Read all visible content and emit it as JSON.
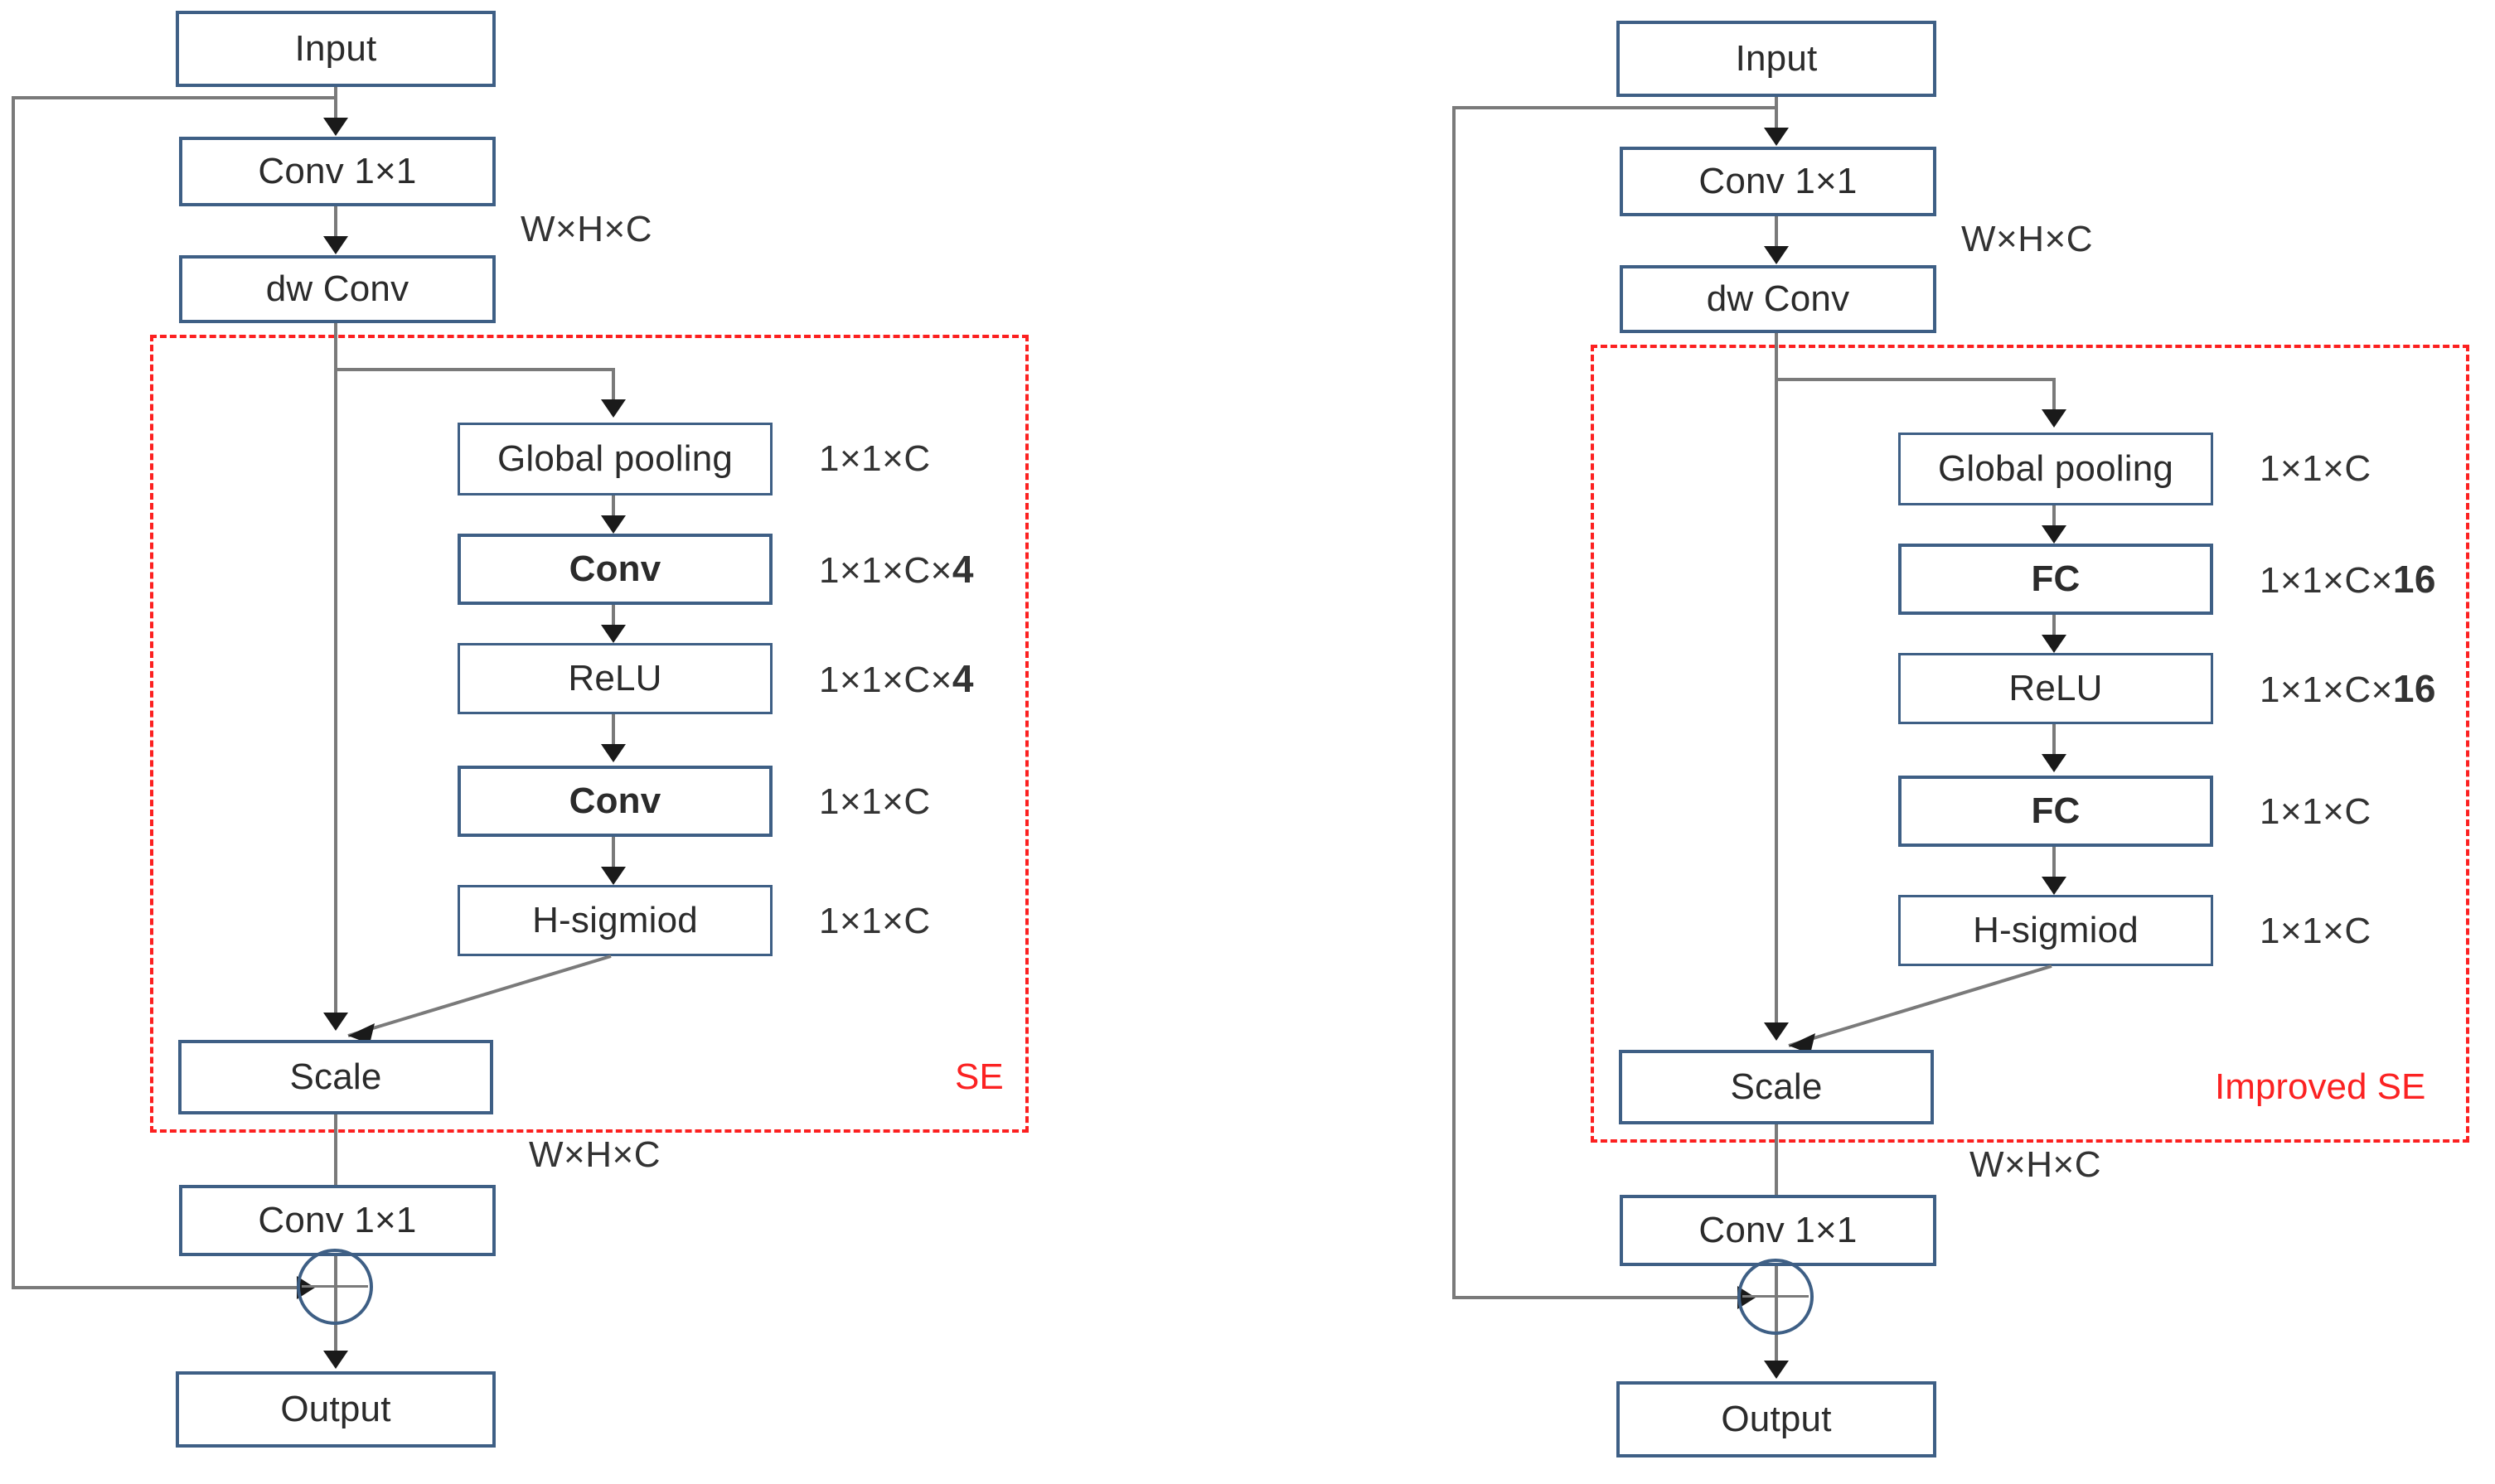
{
  "figure": {
    "accent_box_border": "#3e5f85",
    "dashed_region_color": "#fc2020",
    "connector_color": "#7a7a7a"
  },
  "left_diagram": {
    "name": "Original SE block in inverted residual",
    "region_label": "SE",
    "nodes": {
      "input": "Input",
      "conv1": "Conv 1×1",
      "dwconv": "dw Conv",
      "gap": "Global pooling",
      "fc1": "Conv",
      "relu": "ReLU",
      "fc2": "Conv",
      "hsig": "H-sigmiod",
      "scale": "Scale",
      "conv2": "Conv 1×1",
      "output": "Output",
      "add": "⊕"
    },
    "dims": {
      "top": "W×H×C",
      "gap": "1×1×C",
      "fc1_prefix": "1×1×C×",
      "fc1_factor": "4",
      "relu_prefix": "1×1×C×",
      "relu_factor": "4",
      "fc2": "1×1×C",
      "hsig": "1×1×C",
      "bottom": "W×H×C"
    }
  },
  "right_diagram": {
    "name": "Improved SE block in inverted residual",
    "region_label": "Improved SE",
    "nodes": {
      "input": "Input",
      "conv1": "Conv 1×1",
      "dwconv": "dw Conv",
      "gap": "Global pooling",
      "fc1": "FC",
      "relu": "ReLU",
      "fc2": "FC",
      "hsig": "H-sigmiod",
      "scale": "Scale",
      "conv2": "Conv 1×1",
      "output": "Output",
      "add": "⊕"
    },
    "dims": {
      "top": "W×H×C",
      "gap": "1×1×C",
      "fc1_prefix": "1×1×C×",
      "fc1_factor": "16",
      "relu_prefix": "1×1×C×",
      "relu_factor": "16",
      "fc2": "1×1×C",
      "hsig": "1×1×C",
      "bottom": "W×H×C"
    }
  }
}
